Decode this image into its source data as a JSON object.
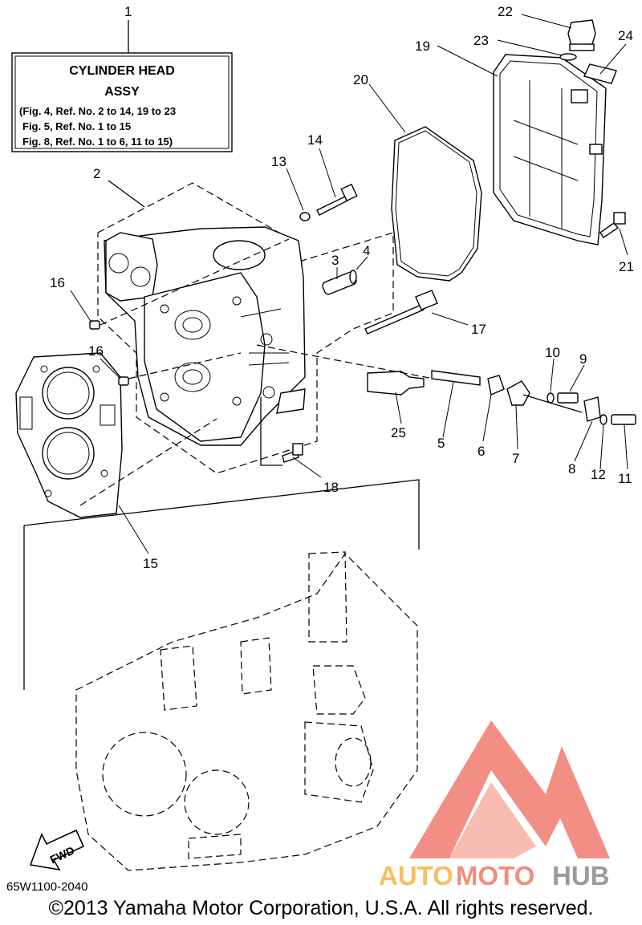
{
  "title_box": {
    "number": "1",
    "line1": "CYLINDER HEAD",
    "line2": "ASSY",
    "ref1": "(Fig. 4, Ref. No. 2 to 14, 19 to 23",
    "ref2": "Fig. 5, Ref. No. 1 to 15",
    "ref3": "Fig. 8, Ref. No. 1 to 6, 11 to 15)"
  },
  "callouts": [
    "2",
    "3",
    "4",
    "5",
    "6",
    "7",
    "8",
    "9",
    "10",
    "11",
    "12",
    "13",
    "14",
    "15",
    "16",
    "16",
    "17",
    "18",
    "19",
    "20",
    "21",
    "22",
    "23",
    "24",
    "25"
  ],
  "fwd_label": "FWD",
  "diagram_code": "65W1100-2040",
  "copyright": "©2013 Yamaha Motor Corporation, U.S.A. All rights reserved.",
  "watermark": {
    "word_1": "AUTO",
    "word_2": "MOTO",
    "word_3": "HUB",
    "colors": {
      "auto": "#f6b342",
      "moto": "#ee7b62",
      "hub": "#8a8a8a",
      "logo": "#ee5a4c"
    }
  }
}
